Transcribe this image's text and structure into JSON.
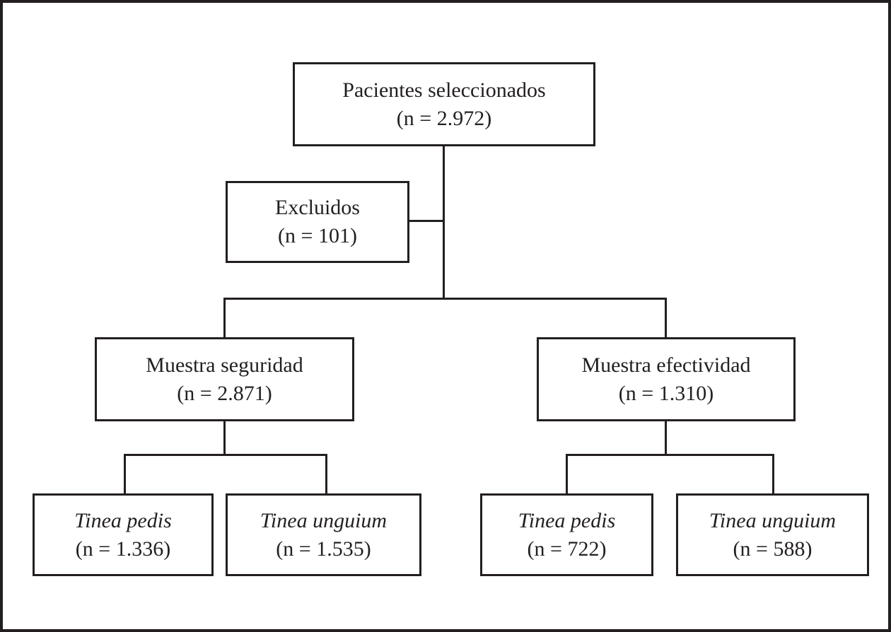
{
  "style": {
    "line_color": "#231f20",
    "background": "#ffffff"
  },
  "diagram": {
    "type": "flowchart",
    "nodes": {
      "selected": {
        "label": "Pacientes seleccionados",
        "count": "(n = 2.972)"
      },
      "excluded": {
        "label": "Excluidos",
        "count": "(n = 101)"
      },
      "safety": {
        "label": "Muestra seguridad",
        "count": "(n = 2.871)"
      },
      "effectiveness": {
        "label": "Muestra efectividad",
        "count": "(n = 1.310)"
      },
      "safety_tinea_pedis": {
        "label": "Tinea pedis",
        "count": "(n = 1.336)"
      },
      "safety_tinea_unguium": {
        "label": "Tinea unguium",
        "count": "(n = 1.535)"
      },
      "effectiveness_tinea_pedis": {
        "label": "Tinea pedis",
        "count": "(n = 722)"
      },
      "effectiveness_tinea_unguium": {
        "label": "Tinea unguium",
        "count": "(n = 588)"
      }
    },
    "edges": [
      {
        "from": "selected",
        "to": "excluded"
      },
      {
        "from": "selected",
        "to": "safety"
      },
      {
        "from": "selected",
        "to": "effectiveness"
      },
      {
        "from": "safety",
        "to": "safety_tinea_pedis"
      },
      {
        "from": "safety",
        "to": "safety_tinea_unguium"
      },
      {
        "from": "effectiveness",
        "to": "effectiveness_tinea_pedis"
      },
      {
        "from": "effectiveness",
        "to": "effectiveness_tinea_unguium"
      }
    ]
  }
}
